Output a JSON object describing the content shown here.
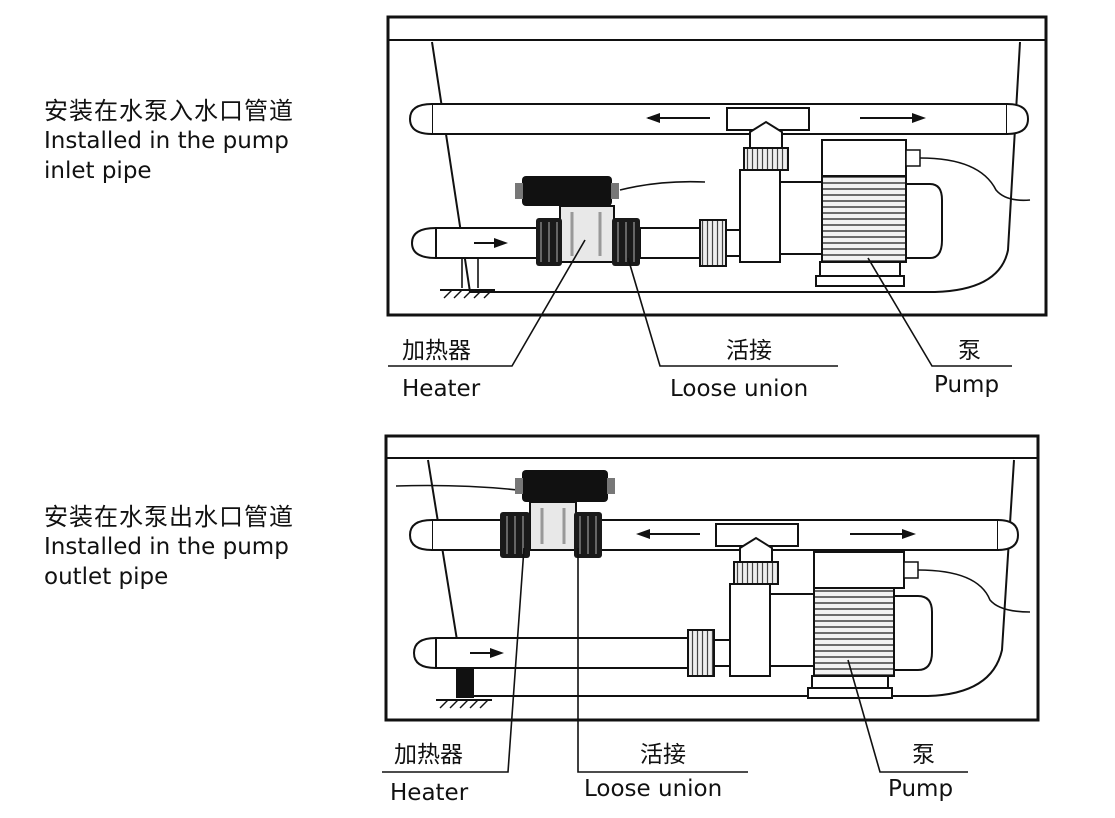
{
  "top": {
    "caption_zh": "安装在水泵入水口管道",
    "caption_en_1": "Installed in the pump",
    "caption_en_2": "inlet pipe",
    "heater_zh": "加热器",
    "heater_en": "Heater",
    "union_zh": "活接",
    "union_en": "Loose union",
    "pump_zh": "泵",
    "pump_en": "Pump"
  },
  "bottom": {
    "caption_zh": "安装在水泵出水口管道",
    "caption_en_1": "Installed in the pump",
    "caption_en_2": "outlet pipe",
    "heater_zh": "加热器",
    "heater_en": "Heater",
    "union_zh": "活接",
    "union_en": "Loose union",
    "pump_zh": "泵",
    "pump_en": "Pump"
  }
}
